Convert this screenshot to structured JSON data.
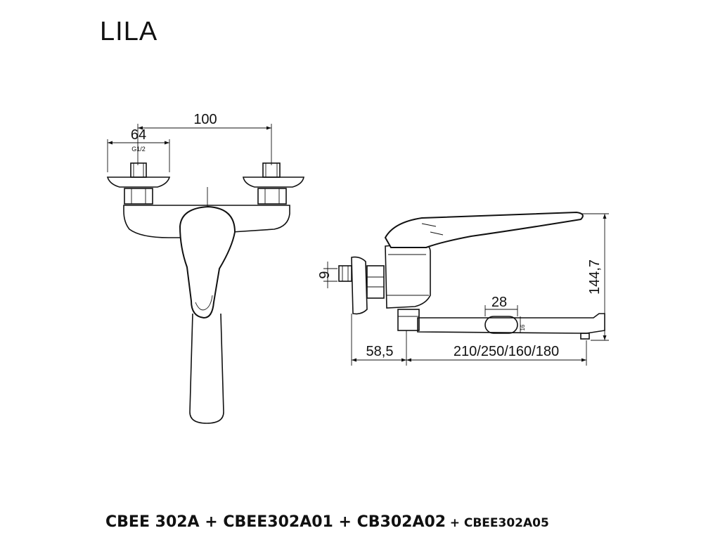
{
  "title": "LILA",
  "dimensions": {
    "width_centers": "100",
    "width_flange": "64",
    "thread": "G1/2",
    "pipe_offset": "9",
    "height": "144,7",
    "aerator_width": "28",
    "aerator_small": "16",
    "depth_base": "58,5",
    "spout_lengths": "210/250/160/180"
  },
  "product_codes": {
    "main": "CBEE 302A + CBEE302A01 + CB302A02",
    "extra": "+ CBEE302A05"
  }
}
